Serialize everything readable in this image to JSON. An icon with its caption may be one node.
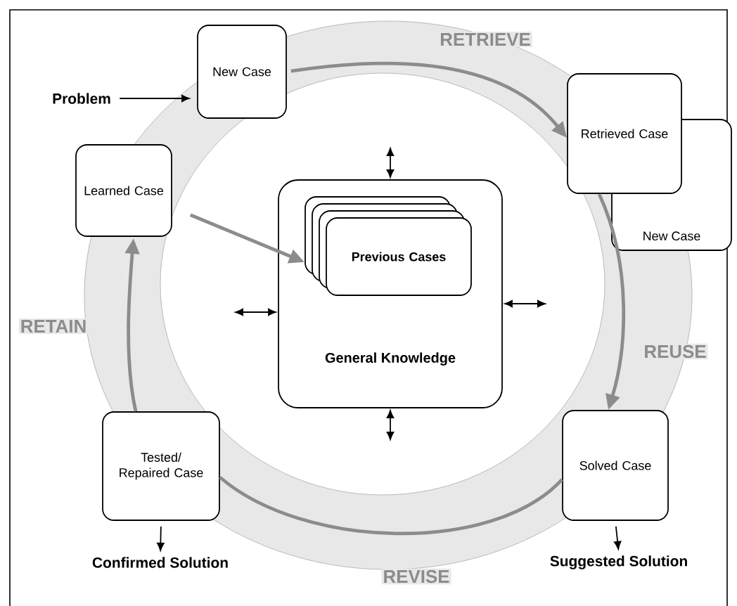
{
  "diagram": {
    "nodes": [
      {
        "text": [
          "Problem"
        ]
      },
      {
        "text": [
          "New Case"
        ]
      },
      {
        "text": [
          "Retrieved Case"
        ]
      },
      {
        "text": [
          "New Case"
        ]
      },
      {
        "text": [
          "Learned Case"
        ]
      },
      {
        "text": [
          "General Knowledge"
        ]
      },
      {
        "text": [
          "Previous Cases"
        ],
        "in": 5
      },
      {
        "text": [
          "Tested/ Repaired Case"
        ]
      },
      {
        "text": [
          "Confirmed Solution"
        ]
      },
      {
        "text": [
          "Solved Case"
        ]
      },
      {
        "text": [
          "Suggested Solution"
        ]
      }
    ],
    "edges": [
      {
        "from": 0,
        "to": 1,
        "arrow": "to"
      },
      {
        "from": 1,
        "to": 2,
        "arrow": "to",
        "label": "RETRIEVE",
        "style": "thick",
        "color": "#8c8c8c"
      },
      {
        "from": 2,
        "to": 9,
        "arrow": "to",
        "label": "REUSE",
        "style": "thick",
        "color": "#8c8c8c"
      },
      {
        "from": 9,
        "to": 7,
        "arrow": "none",
        "label": "REVISE",
        "style": "thick",
        "color": "#8c8c8c"
      },
      {
        "from": 7,
        "to": 4,
        "arrow": "to",
        "label": "RETAIN",
        "style": "thick",
        "color": "#8c8c8c"
      },
      {
        "from": 4,
        "to": 6,
        "arrow": "to",
        "style": "thick",
        "color": "#8c8c8c"
      },
      {
        "from": 9,
        "to": 10,
        "arrow": "to"
      },
      {
        "from": 7,
        "to": 8,
        "arrow": "to"
      },
      {
        "from": 5,
        "to": null,
        "arrow": "both"
      },
      {
        "from": 5,
        "to": null,
        "arrow": "both"
      },
      {
        "from": 5,
        "to": null,
        "arrow": "both"
      },
      {
        "from": 5,
        "to": null,
        "arrow": "both"
      }
    ]
  }
}
